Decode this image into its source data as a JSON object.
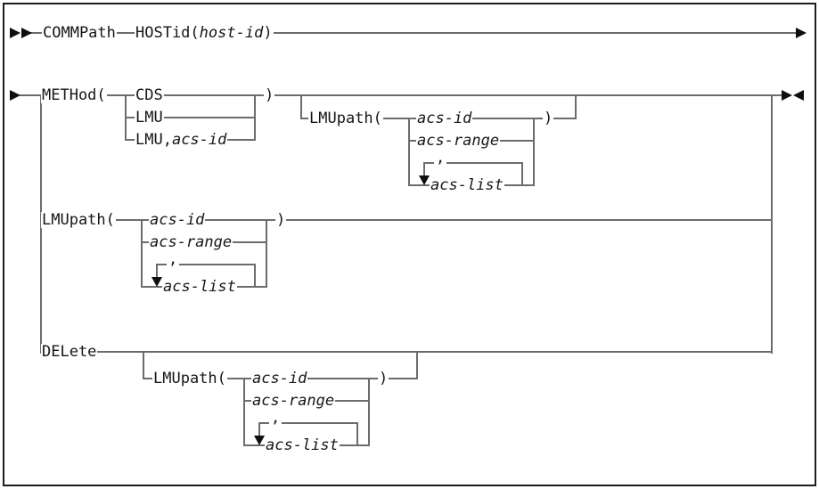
{
  "diagram": {
    "kind": "railroad-syntax-diagram",
    "tokens": {
      "commpath": "COMMPath",
      "hostid_open": "HOSTid(",
      "host_id": "host-id",
      "paren_close": ")",
      "method_open": "METHod(",
      "cds": "CDS",
      "lmu": "LMU",
      "lmu_comma": "LMU,",
      "acs_id": "acs-id",
      "lmupath_open": "LMUpath(",
      "acs_range": "acs-range",
      "acs_list": "acs-list",
      "comma": ",",
      "delete": "DELete"
    },
    "colors": {
      "line": "#6b6c6e",
      "text": "#161616",
      "arrow": "#0f0f0f",
      "background": "#ffffff",
      "border": "#1c1c1c"
    }
  }
}
